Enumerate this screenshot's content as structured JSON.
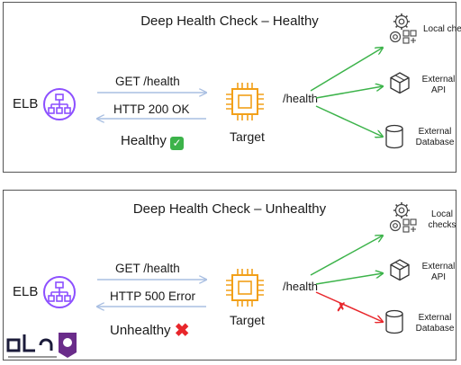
{
  "panels": [
    {
      "title": "Deep Health Check – Healthy",
      "elb": "ELB",
      "request": "GET /health",
      "response": "HTTP 200 OK",
      "status": "Healthy",
      "status_mark": "✅",
      "target": "Target",
      "path": "/health",
      "dep_local": "Local checks",
      "dep_api_1": "External",
      "dep_api_2": "API",
      "dep_db_1": "External",
      "dep_db_2": "Database",
      "db_link_failed": false
    },
    {
      "title": "Deep Health Check – Unhealthy",
      "elb": "ELB",
      "request": "GET /health",
      "response": "HTTP 500 Error",
      "status": "Unhealthy",
      "status_mark": "✖",
      "target": "Target",
      "path": "/health",
      "dep_local_1": "Local",
      "dep_local_2": "checks",
      "dep_api_1": "External",
      "dep_api_2": "API",
      "dep_db_1": "External",
      "dep_db_2": "Database",
      "db_link_failed": true
    }
  ],
  "colors": {
    "elb": "#8c4fff",
    "target": "#f2a019",
    "ok_arrow": "#3cb34a",
    "fail_arrow": "#e8262b",
    "flow_arrow": "#a9bfe2",
    "check": "#3cb34a",
    "cross": "#e8262b"
  }
}
